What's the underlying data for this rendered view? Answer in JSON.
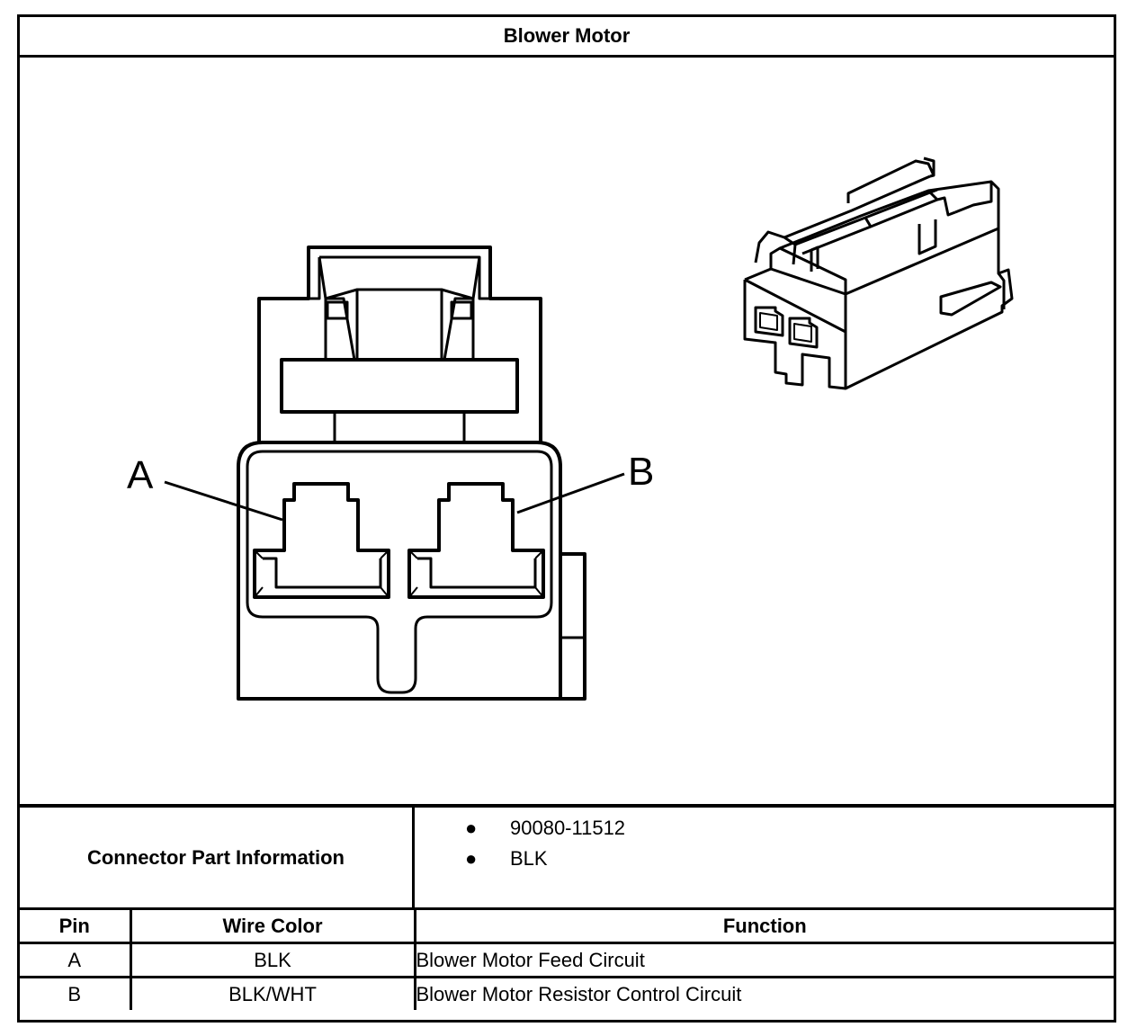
{
  "title": "Blower Motor",
  "diagram": {
    "pin_label_a": "A",
    "pin_label_b": "B"
  },
  "connector_part_information": {
    "label": "Connector Part Information",
    "items": [
      "90080-11512",
      "BLK"
    ]
  },
  "pin_table": {
    "headers": {
      "pin": "Pin",
      "wire_color": "Wire Color",
      "function": "Function"
    },
    "rows": [
      {
        "pin": "A",
        "wire_color": "BLK",
        "function": "Blower Motor Feed Circuit"
      },
      {
        "pin": "B",
        "wire_color": "BLK/WHT",
        "function": "Blower Motor Resistor Control Circuit"
      }
    ]
  }
}
